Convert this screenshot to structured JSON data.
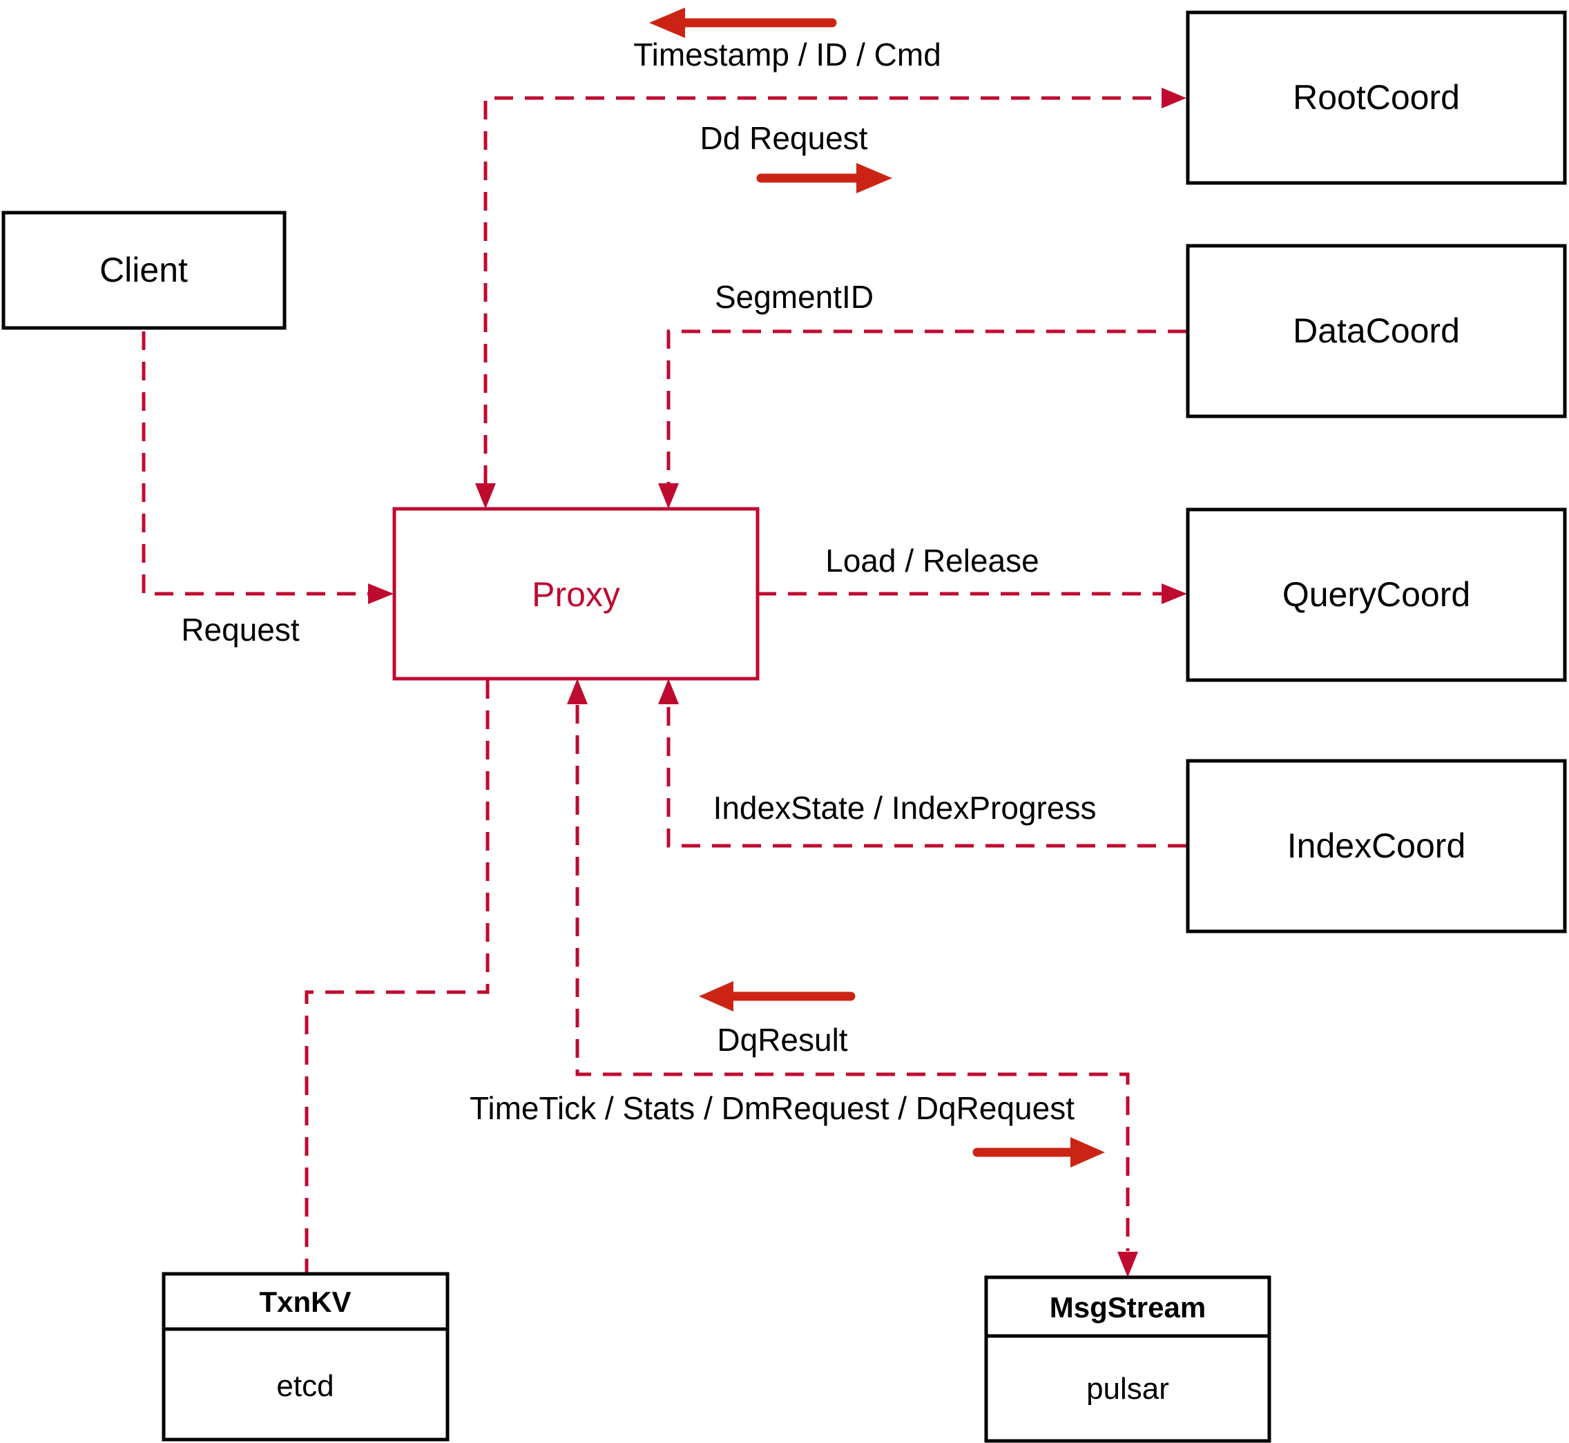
{
  "diagram": {
    "title_hint": "Proxy coordination architecture diagram",
    "nodes": {
      "client": {
        "label": "Client"
      },
      "root_coord": {
        "label": "RootCoord"
      },
      "data_coord": {
        "label": "DataCoord"
      },
      "query_coord": {
        "label": "QueryCoord"
      },
      "index_coord": {
        "label": "IndexCoord"
      },
      "proxy": {
        "label": "Proxy"
      },
      "txn_kv": {
        "title": "TxnKV",
        "impl": "etcd"
      },
      "msg_stream": {
        "title": "MsgStream",
        "impl": "pulsar"
      }
    },
    "edge_labels": {
      "timestamp_id_cmd": "Timestamp / ID / Cmd",
      "dd_request": "Dd Request",
      "segment_id": "SegmentID",
      "request": "Request",
      "load_release": "Load / Release",
      "index_state_progress": "IndexState / IndexProgress",
      "dq_result": "DqResult",
      "timetick_stats": "TimeTick / Stats / DmRequest / DqRequest"
    },
    "colors": {
      "dashed_line_red": "#bf0a30",
      "solid_arrow_red": "#cc2414",
      "box_border_black": "#000000",
      "text_black": "#000000",
      "background": "#ffffff"
    }
  }
}
